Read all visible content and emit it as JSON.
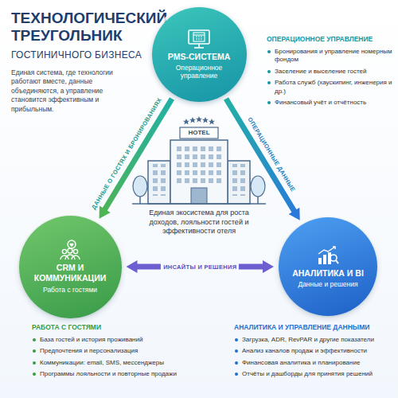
{
  "diagram": {
    "title": "ТЕХНОЛОГИЧЕСКИЙ ТРЕУГОЛЬНИК",
    "nodes": [
      {
        "text": [
          "PMS-СИСТЕМА",
          "Операционное управление"
        ]
      },
      {
        "text": [
          "CRM И КОММУНИКАЦИИ",
          "Работа с гостями"
        ]
      },
      {
        "text": [
          "АНАЛИТИКА И BI",
          "Данные и решения"
        ]
      }
    ],
    "edges": [
      {
        "from": 0,
        "to": 1,
        "label": "ДАННЫЕ О ГОСТЯХ И БРОНИРОВАНИЯХ",
        "arrow": "to"
      },
      {
        "from": 0,
        "to": 2,
        "label": "ОПЕРАЦИОННЫЕ ДАННЫЕ",
        "arrow": "to"
      },
      {
        "from": 1,
        "to": 2,
        "label": "ИНСАЙТЫ И РЕШЕНИЯ",
        "arrow": "both"
      }
    ],
    "labels": [
      "ГОСТИНИЧНОГО БИЗНЕСА",
      "Единая система, где технологии работают вместе, данные объединяются, а управление становится эффективным и прибыльным.",
      "ОПЕРАЦИОННОЕ УПРАВЛЕНИЕ",
      "Бронирования и управление номерным фондом",
      "Заселение и выселение гостей",
      "Работа служб (хаускипинг, инженерия и др.)",
      "Финансовый учёт и отчётность",
      "HOTEL",
      "Единая экосистема для роста доходов, лояльности гостей и эффективности отеля",
      "РАБОТА С ГОСТЯМИ",
      "База гостей и история проживаний",
      "Предпочтения и персонализация",
      "Коммуникации: email, SMS, мессенджеры",
      "Программы лояльности и повторные продажи",
      "АНАЛИТИКА И УПРАВЛЕНИЕ ДАННЫМИ",
      "Загрузка, ADR, RevPAR и другие показатели",
      "Анализ каналов продаж и эффективности",
      "Финансовая аналитика и планирование",
      "Отчёты и дашборды для принятия решений"
    ]
  }
}
